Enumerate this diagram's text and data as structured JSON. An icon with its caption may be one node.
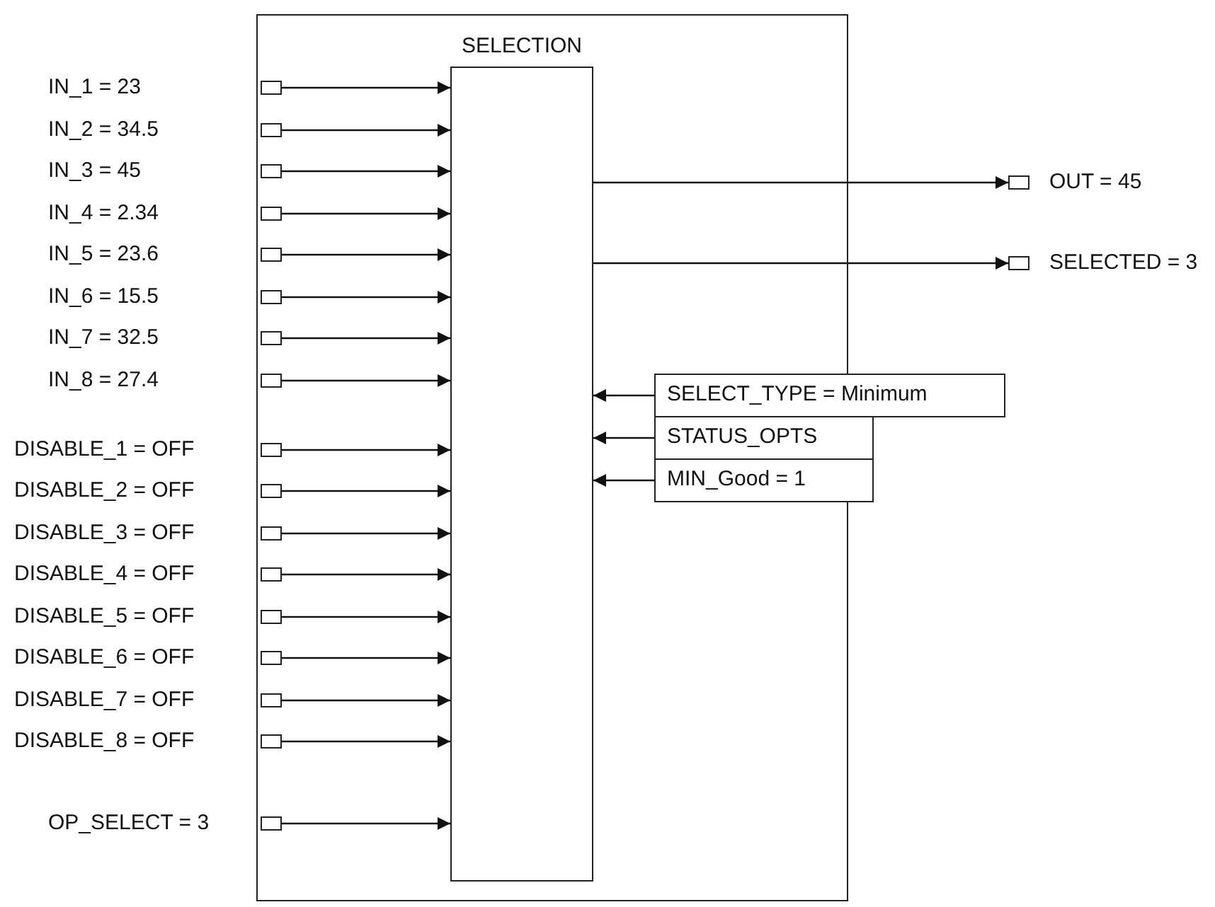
{
  "diagram": {
    "nodes": [
      {
        "text": [],
        "shape": "box"
      },
      {
        "text": [
          "SELECTION"
        ],
        "in": 0
      },
      {
        "text": [],
        "shape": "box",
        "in": 0
      },
      {
        "text": [],
        "shape": "box",
        "in": 0
      },
      {
        "text": [],
        "shape": "box",
        "in": 0
      },
      {
        "text": [],
        "shape": "box",
        "in": 0
      },
      {
        "text": [],
        "shape": "box",
        "in": 0
      },
      {
        "text": [],
        "shape": "box",
        "in": 0
      },
      {
        "text": [],
        "shape": "box",
        "in": 0
      },
      {
        "text": [],
        "shape": "box",
        "in": 0
      },
      {
        "text": [],
        "shape": "box",
        "in": 0,
        "beside": [
          "DISABLE_1 = OFF"
        ]
      },
      {
        "text": [],
        "shape": "box",
        "in": 0,
        "beside": [
          "DISABLE_2 = OFF"
        ]
      },
      {
        "text": [],
        "shape": "box",
        "in": 0,
        "beside": [
          "DISABLE_3 = OFF"
        ]
      },
      {
        "text": [],
        "shape": "box",
        "in": 0,
        "beside": [
          "DISABLE_4 = OFF"
        ]
      },
      {
        "text": [],
        "shape": "box",
        "in": 0,
        "beside": [
          "DISABLE_5 = OFF"
        ]
      },
      {
        "text": [],
        "shape": "box",
        "in": 0,
        "beside": [
          "DISABLE_6 = OFF"
        ]
      },
      {
        "text": [],
        "shape": "box",
        "in": 0,
        "beside": [
          "DISABLE_7 = OFF"
        ]
      },
      {
        "text": [],
        "shape": "box",
        "in": 0,
        "beside": [
          "DISABLE_8 = OFF"
        ]
      },
      {
        "text": [],
        "shape": "box",
        "in": 0,
        "beside": [
          "OP_SELECT = 3"
        ]
      },
      {
        "text": [],
        "shape": "box",
        "beside": [
          "OUT = 45"
        ]
      },
      {
        "text": [],
        "shape": "box",
        "beside": [
          "SELECTED = 3"
        ]
      },
      {
        "text": [
          "SELECT_TYPE = Minimum"
        ]
      },
      {
        "text": [
          "STATUS_OPTS"
        ]
      },
      {
        "text": [
          "MIN_Good = 1"
        ]
      }
    ],
    "edges": [
      {
        "from": 2,
        "to": 1,
        "arrow": "to"
      },
      {
        "from": 3,
        "to": 1,
        "arrow": "to"
      },
      {
        "from": 4,
        "to": 1,
        "arrow": "to"
      },
      {
        "from": 5,
        "to": 1,
        "arrow": "to"
      },
      {
        "from": 6,
        "to": 1,
        "arrow": "to"
      },
      {
        "from": 7,
        "to": 1,
        "arrow": "to"
      },
      {
        "from": 8,
        "to": 1,
        "arrow": "to"
      },
      {
        "from": 9,
        "to": 1,
        "arrow": "to"
      },
      {
        "from": 10,
        "to": 1,
        "arrow": "to"
      },
      {
        "from": 11,
        "to": 1,
        "arrow": "to"
      },
      {
        "from": 12,
        "to": 1,
        "arrow": "to"
      },
      {
        "from": 13,
        "to": 1,
        "arrow": "to"
      },
      {
        "from": 14,
        "to": 1,
        "arrow": "to"
      },
      {
        "from": 15,
        "to": 1,
        "arrow": "to"
      },
      {
        "from": 16,
        "to": 1,
        "arrow": "to"
      },
      {
        "from": 17,
        "to": 1,
        "arrow": "to"
      },
      {
        "from": 18,
        "to": 1,
        "arrow": "to"
      },
      {
        "from": 1,
        "to": 19,
        "arrow": "to"
      },
      {
        "from": 1,
        "to": 20,
        "arrow": "to"
      },
      {
        "from": 21,
        "to": 1,
        "arrow": "to"
      },
      {
        "from": 22,
        "to": 1,
        "arrow": "to"
      },
      {
        "from": 23,
        "to": 1,
        "arrow": "to"
      }
    ],
    "labels": [
      "IN_1 = 23",
      "IN_2 = 34.5",
      "IN_3 = 45",
      "IN_4 = 2.34",
      "IN_5 = 23.6",
      "IN_6 = 15.5",
      "IN_7 = 32.5",
      "IN_8 = 27.4"
    ]
  }
}
